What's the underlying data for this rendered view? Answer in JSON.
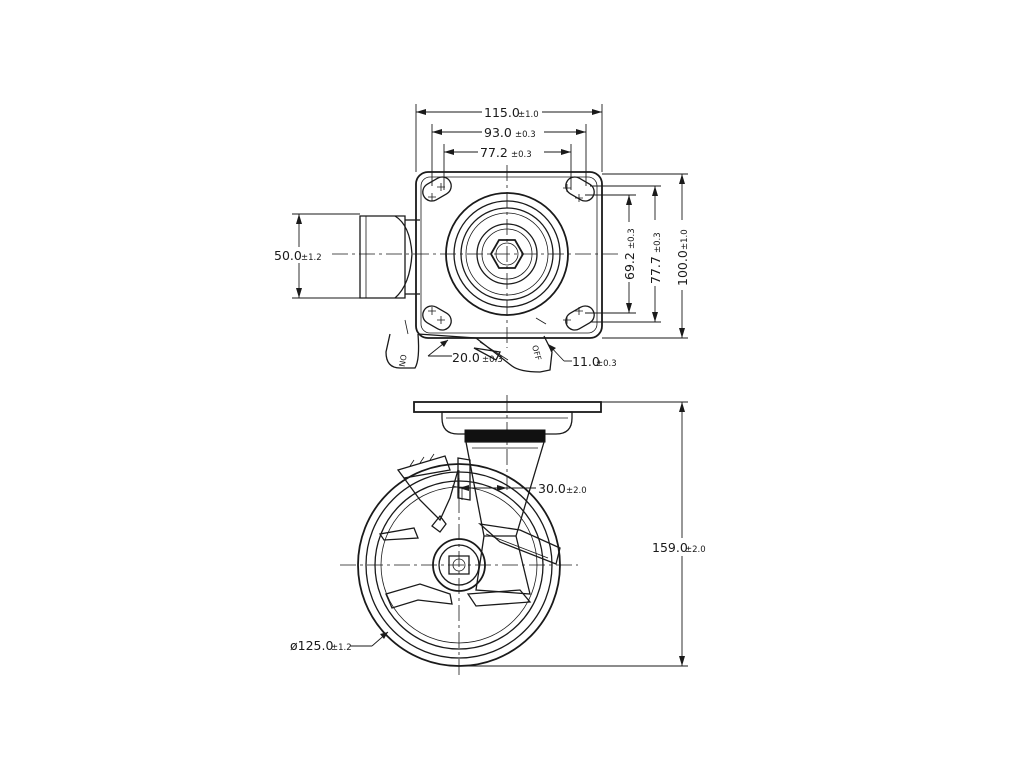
{
  "top_view": {
    "dimensions": {
      "width_overall": {
        "value": "115.0",
        "tol": "±1.0"
      },
      "hole_span_outer": {
        "value": "93.0",
        "tol": "±0.3"
      },
      "hole_span_inner": {
        "value": "77.2",
        "tol": "±0.3"
      },
      "brake_width": {
        "value": "50.0",
        "tol": "±1.2"
      },
      "hole_vert_inner": {
        "value": "69.2",
        "tol": "±0.3"
      },
      "hole_vert_outer": {
        "value": "77.7",
        "tol": "±0.3"
      },
      "height_overall": {
        "value": "100.0",
        "tol": "±1.0"
      },
      "pedal_on": {
        "value": "20.0",
        "tol": "±0.3"
      },
      "pedal_off": {
        "value": "11.0",
        "tol": "±0.3"
      }
    },
    "pedal_labels": {
      "on": "ON",
      "off": "OFF"
    }
  },
  "side_view": {
    "dimensions": {
      "offset": {
        "value": "30.0",
        "tol": "±2.0"
      },
      "total_height": {
        "value": "159.0",
        "tol": "±2.0"
      },
      "wheel_diameter": {
        "value": "ø125.0",
        "tol": "±1.2"
      }
    }
  },
  "colors": {
    "line": "#1a1a1a",
    "band": "#111111",
    "background": "#ffffff"
  }
}
